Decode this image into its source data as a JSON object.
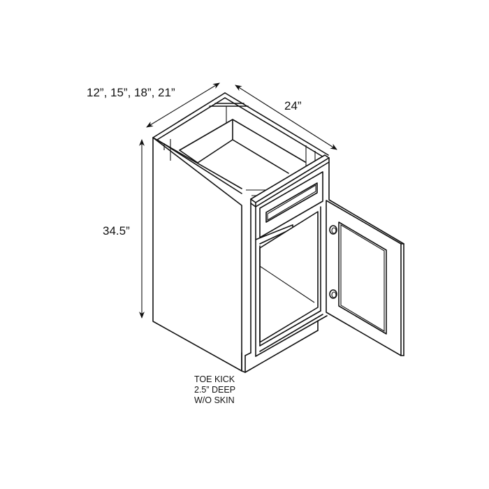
{
  "diagram": {
    "subject": "base-cabinet-single-door-single-drawer",
    "dimensions": {
      "width_label": "12”, 15”, 18”, 21”",
      "depth_label": "24”",
      "height_label": "34.5”"
    },
    "notes": {
      "toe_kick": [
        "TOE KICK",
        "2.5” DEEP",
        "W/O SKIN"
      ]
    },
    "colors": {
      "line": "#111111",
      "background": "#ffffff"
    }
  }
}
